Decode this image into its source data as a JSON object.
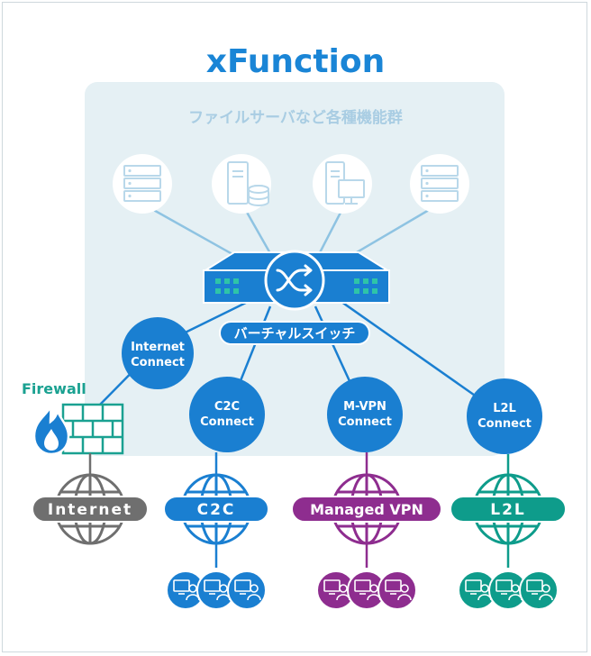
{
  "title": "xFunction",
  "area_label": "ファイルサーバなど各種機能群",
  "switch_label": "バーチャルスイッチ",
  "firewall_label": "Firewall",
  "connects": [
    {
      "line1": "Internet",
      "line2": "Connect"
    },
    {
      "line1": "C2C",
      "line2": "Connect"
    },
    {
      "line1": "M-VPN",
      "line2": "Connect"
    },
    {
      "line1": "L2L",
      "line2": "Connect"
    }
  ],
  "networks": [
    {
      "label": "Internet",
      "color": "#6f6f6f"
    },
    {
      "label": "C2C",
      "color": "#1a7fd1"
    },
    {
      "label": "Managed VPN",
      "color": "#8e2d8f"
    },
    {
      "label": "L2L",
      "color": "#0e9c8b"
    }
  ],
  "colors": {
    "title": "#1a85d6",
    "area_bg": "#e5f0f4",
    "area_text": "#a9cde3",
    "server_icon": "#b9d8ea",
    "line": "#8ec3e2",
    "switch": "#1a7fd1",
    "switch_port": "#2ec4a8",
    "connect": "#1a7fd1",
    "firewall": "#1aa191",
    "firewall_flame": "#1a7fd1"
  },
  "server_icons": [
    "rack-server-icon",
    "tower-server-database-icon",
    "tower-server-monitor-icon",
    "rack-server-icon"
  ],
  "user_icon": "user-computer-icon"
}
